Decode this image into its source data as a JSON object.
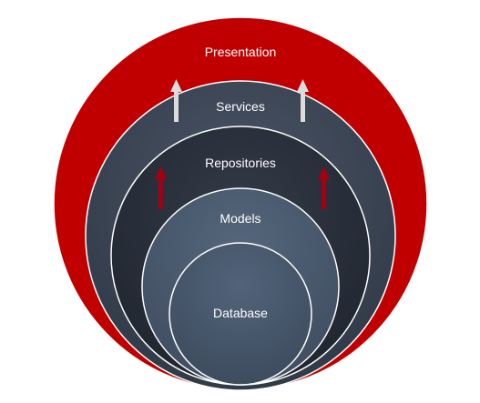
{
  "layers": [
    {
      "id": "presentation",
      "label": "Presentation",
      "color": "#c00000"
    },
    {
      "id": "services",
      "label": "Services",
      "color": "#3a4452"
    },
    {
      "id": "repositories",
      "label": "Repositories",
      "color": "#262d38"
    },
    {
      "id": "models",
      "label": "Models",
      "color": "#4a5a6e"
    },
    {
      "id": "database",
      "label": "Database",
      "color": "#4a5a6e"
    }
  ],
  "arrows": [
    {
      "id": "services-to-presentation",
      "color": "#dcdcdc"
    },
    {
      "id": "repositories-to-services",
      "color": "#a30012"
    }
  ]
}
